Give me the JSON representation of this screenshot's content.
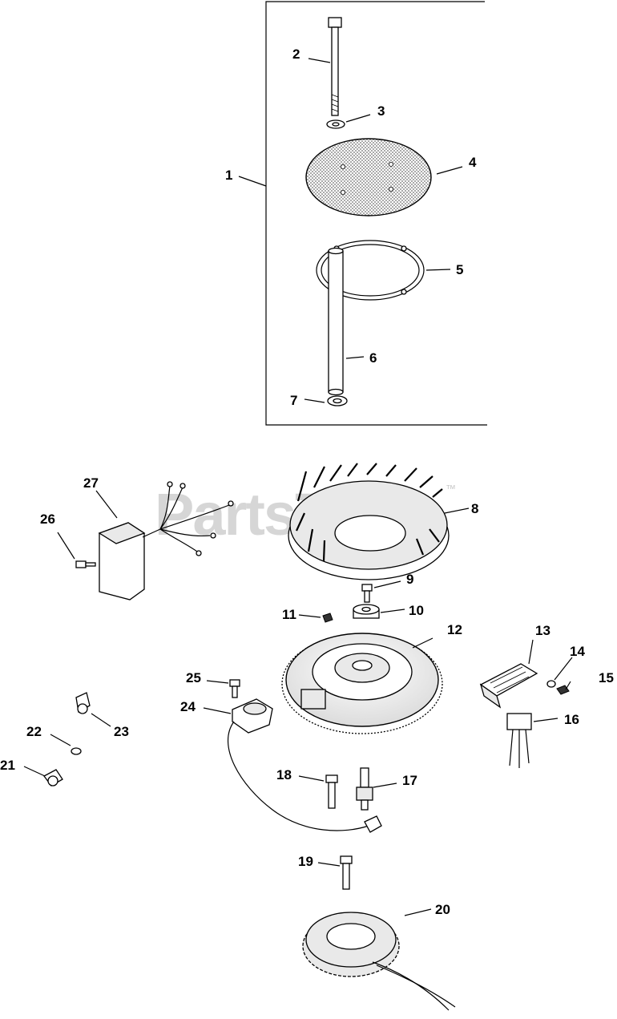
{
  "watermark": {
    "text": "PartsTree",
    "trademark": "™"
  },
  "callouts": [
    {
      "id": "1",
      "text": "1"
    },
    {
      "id": "2",
      "text": "2"
    },
    {
      "id": "3",
      "text": "3"
    },
    {
      "id": "4",
      "text": "4"
    },
    {
      "id": "5",
      "text": "5"
    },
    {
      "id": "6",
      "text": "6"
    },
    {
      "id": "7",
      "text": "7"
    },
    {
      "id": "8",
      "text": "8"
    },
    {
      "id": "9",
      "text": "9"
    },
    {
      "id": "10",
      "text": "10"
    },
    {
      "id": "11",
      "text": "11"
    },
    {
      "id": "12",
      "text": "12"
    },
    {
      "id": "13",
      "text": "13"
    },
    {
      "id": "14",
      "text": "14"
    },
    {
      "id": "15",
      "text": "15"
    },
    {
      "id": "16",
      "text": "16"
    },
    {
      "id": "17",
      "text": "17"
    },
    {
      "id": "18",
      "text": "18"
    },
    {
      "id": "19",
      "text": "19"
    },
    {
      "id": "20",
      "text": "20"
    },
    {
      "id": "21",
      "text": "21"
    },
    {
      "id": "22",
      "text": "22"
    },
    {
      "id": "23",
      "text": "23"
    },
    {
      "id": "24",
      "text": "24"
    },
    {
      "id": "25",
      "text": "25"
    },
    {
      "id": "26",
      "text": "26"
    },
    {
      "id": "27",
      "text": "27"
    }
  ]
}
